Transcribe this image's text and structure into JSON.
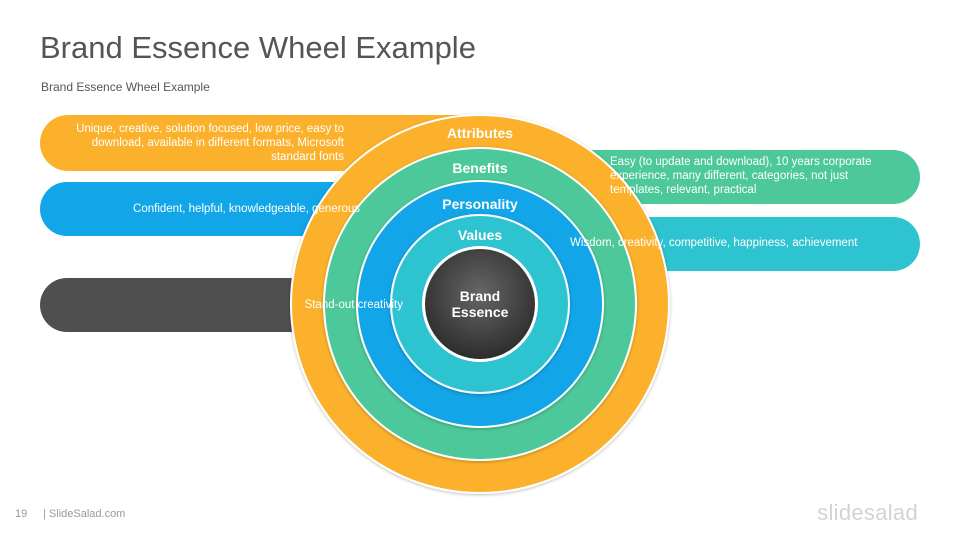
{
  "title": "Brand Essence Wheel Example",
  "subtitle": "Brand  Essence Wheel  Example",
  "colors": {
    "attributes": "#FBB12B",
    "benefits": "#4DC89A",
    "personality": "#12A5E8",
    "values": "#2EC3D0",
    "essence": "#4F4F4F"
  },
  "rings": {
    "attributes": "Attributes",
    "benefits": "Benefits",
    "personality": "Personality",
    "values": "Values"
  },
  "core": {
    "line1": "Brand",
    "line2": "Essence"
  },
  "descriptions": {
    "attributes": "Unique, creative, solution focused, low price, easy to download, available in different formats, Microsoft standard fonts",
    "benefits": "Easy (to update and download), 10 years corporate experience, many different, categories, not just templates, relevant, practical",
    "personality": "Confident, helpful, knowledgeable, generous",
    "values": "Wisdom, creativity, competitive, happiness, achievement",
    "essence": "Stand-out creativity"
  },
  "footer": {
    "page_number": "19",
    "site": "| SlideSalad.com",
    "logo": "slidesalad"
  }
}
